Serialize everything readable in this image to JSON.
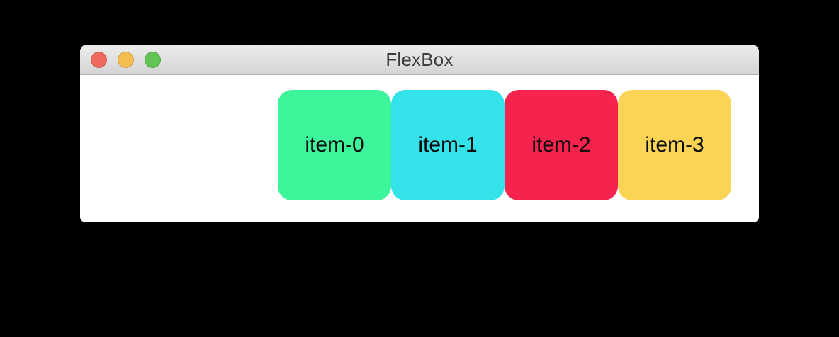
{
  "window": {
    "title": "FlexBox",
    "traffic_lights": {
      "close": {
        "color": "#ee6a5f"
      },
      "minimize": {
        "color": "#f5bd4f"
      },
      "zoom": {
        "color": "#61c454"
      }
    }
  },
  "flexbox": {
    "items": [
      {
        "label": "item-0",
        "color": "#3df69c"
      },
      {
        "label": "item-1",
        "color": "#34e2e9"
      },
      {
        "label": "item-2",
        "color": "#f7234f"
      },
      {
        "label": "item-3",
        "color": "#fbd455"
      }
    ]
  }
}
